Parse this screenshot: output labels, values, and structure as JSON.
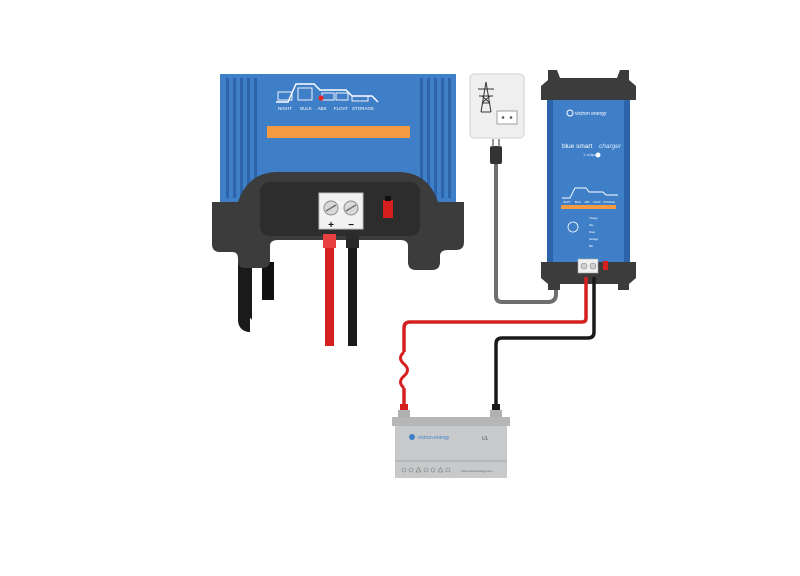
{
  "zoomed_charger": {
    "stage_labels": [
      "NIGHT",
      "BULK",
      "ABS",
      "FLOAT",
      "STORAGE"
    ],
    "terminal_plus": "+",
    "terminal_minus": "−"
  },
  "charger": {
    "brand": "victron energy",
    "model_line1": "blue smart",
    "model_line2": "charger",
    "model_sub": "1 output",
    "stage_labels": [
      "NIGHT",
      "BULK",
      "ABS",
      "FLOAT",
      "STORAGE"
    ],
    "indicators": [
      "Charge",
      "Abs",
      "Float",
      "Storage",
      "Bat"
    ]
  },
  "battery": {
    "brand": "victron energy",
    "website": "www.victronenergy.com",
    "cert": "UL"
  },
  "colors": {
    "charger_blue": "#3f7fc8",
    "charger_blue_dark": "#2d63a8",
    "housing": "#3c3c3c",
    "orange": "#f49b42",
    "red_cable": "#d62020",
    "black_cable": "#1a1a1a",
    "grey_cable": "#6e6e6e",
    "battery_grey": "#c7c9cb"
  }
}
